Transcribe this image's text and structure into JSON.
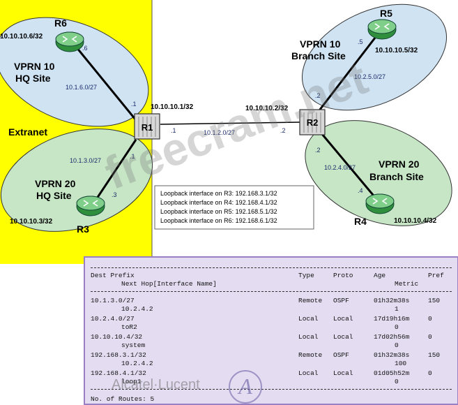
{
  "extranet": {
    "label": "Extranet",
    "fill": "#ffff00"
  },
  "routers": {
    "r1": {
      "label": "R1",
      "loopback": "10.10.10.1/32"
    },
    "r2": {
      "label": "R2",
      "loopback": "10.10.10.2/32"
    },
    "r3": {
      "label": "R3",
      "loopback": "10.10.10.3/32",
      "iface": ".3"
    },
    "r4": {
      "label": "R4",
      "loopback": "10.10.10.4/32",
      "iface": ".4"
    },
    "r5": {
      "label": "R5",
      "loopback": "10.10.10.5/32",
      "iface": ".5"
    },
    "r6": {
      "label": "R6",
      "loopback": "10.10.10.6/32",
      "iface": ".6"
    }
  },
  "sites": {
    "hq10": {
      "line1": "VPRN 10",
      "line2": "HQ Site",
      "fill": "#cfe3f3"
    },
    "hq20": {
      "line1": "VPRN 20",
      "line2": "HQ Site",
      "fill": "#c6e6c6"
    },
    "br10": {
      "line1": "VPRN 10",
      "line2": "Branch Site",
      "fill": "#cfe3f3"
    },
    "br20": {
      "line1": "VPRN 20",
      "line2": "Branch Site",
      "fill": "#c6e6c6"
    }
  },
  "links": {
    "r1_r6": {
      "subnet": "10.1.6.0/27",
      "r1_end": ".1"
    },
    "r1_r3": {
      "subnet": "10.1.3.0/27",
      "r1_end": ".1"
    },
    "r1_r2": {
      "subnet": "10.1.2.0/27",
      "r1_end": ".1",
      "r2_end": ".2"
    },
    "r2_r5": {
      "subnet": "10.2.5.0/27",
      "r2_end": ".2"
    },
    "r2_r4": {
      "subnet": "10.2.4.0/27",
      "r2_end": ".2"
    }
  },
  "loopback_box": [
    "Loopback interface on R3: 192.168.3.1/32",
    "Loopback interface on R4: 192.168.4.1/32",
    "Loopback interface on R5: 192.168.5.1/32",
    "Loopback interface on R6: 192.168.6.1/32"
  ],
  "route_table": {
    "headers": {
      "dest": "Dest Prefix",
      "nexthop": "Next Hop[Interface Name]",
      "type": "Type",
      "proto": "Proto",
      "age": "Age",
      "metric": "Metric",
      "pref": "Pref"
    },
    "rows": [
      {
        "prefix": "10.1.3.0/27",
        "nexthop": "10.2.4.2",
        "type": "Remote",
        "proto": "OSPF",
        "age": "01h32m38s",
        "metric": "1",
        "pref": "150"
      },
      {
        "prefix": "10.2.4.0/27",
        "nexthop": "toR2",
        "type": "Local",
        "proto": "Local",
        "age": "17d19h16m",
        "metric": "0",
        "pref": "0"
      },
      {
        "prefix": "10.10.10.4/32",
        "nexthop": "system",
        "type": "Local",
        "proto": "Local",
        "age": "17d02h56m",
        "metric": "0",
        "pref": "0"
      },
      {
        "prefix": "192.168.3.1/32",
        "nexthop": "10.2.4.2",
        "type": "Remote",
        "proto": "OSPF",
        "age": "01h32m38s",
        "metric": "100",
        "pref": "150"
      },
      {
        "prefix": "192.168.4.1/32",
        "nexthop": "loop1",
        "type": "Local",
        "proto": "Local",
        "age": "01d05h52m",
        "metric": "0",
        "pref": "0"
      }
    ],
    "footer": "No. of Routes: 5"
  },
  "watermark": "freecram.net",
  "logo": "Alcatel·Lucent"
}
